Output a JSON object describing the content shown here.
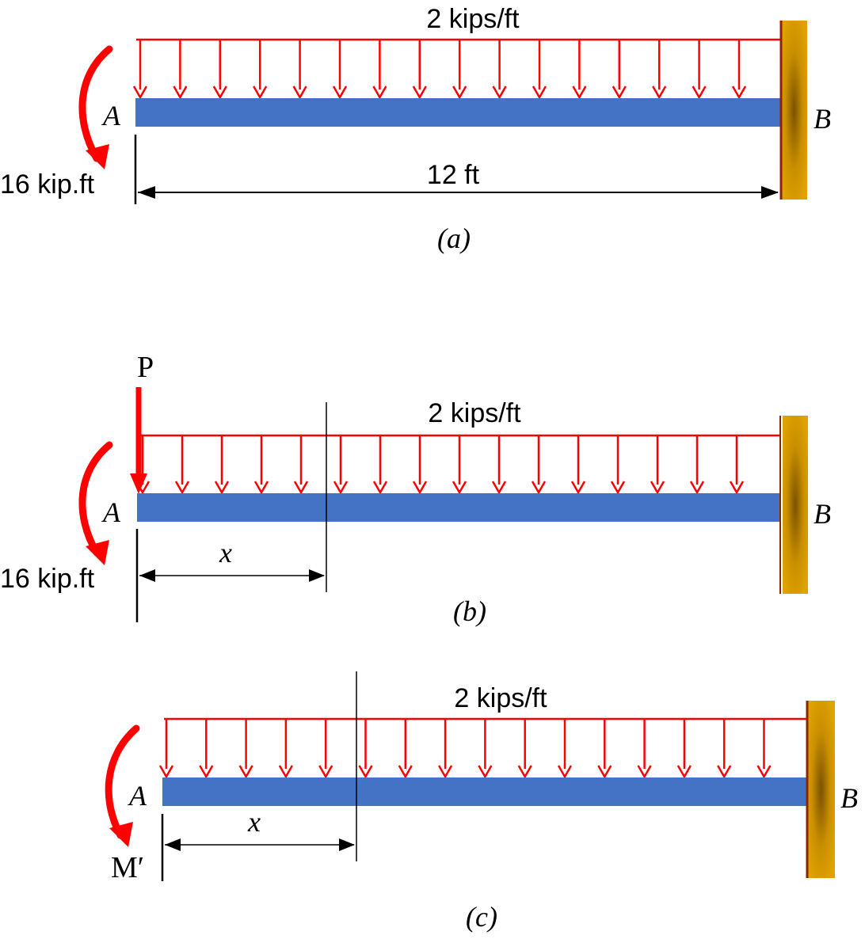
{
  "colors": {
    "beam": "#4472c4",
    "load": "#ff0000",
    "wall_light": "#e0a200",
    "wall_dark": "#8a5c00",
    "wall_edge": "#8b2500",
    "dim": "#000000"
  },
  "figures": [
    {
      "caption": "(a)",
      "load_label": "2 kips/ft",
      "left_end_label": "A",
      "right_end_label": "B",
      "moment_label": "16 kip.ft",
      "span_label": "12 ft"
    },
    {
      "caption": "(b)",
      "load_label": "2 kips/ft",
      "left_end_label": "A",
      "right_end_label": "B",
      "moment_label": "16 kip.ft",
      "point_load_label": "P",
      "cut_label": "x"
    },
    {
      "caption": "(c)",
      "load_label": "2 kips/ft",
      "left_end_label": "A",
      "right_end_label": "B",
      "moment_label": "M′",
      "cut_label": "x"
    }
  ]
}
